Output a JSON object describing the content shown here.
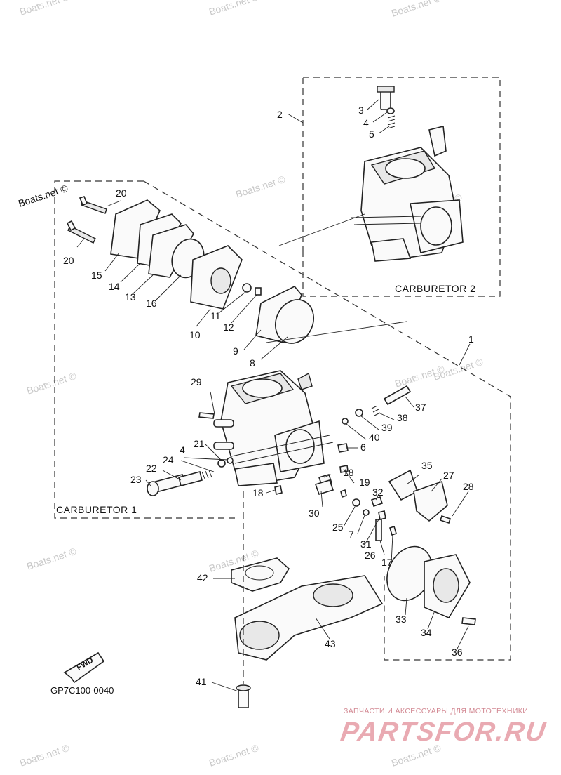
{
  "watermark_text": "Boats.net ©",
  "group_labels": {
    "carburetor_1": "CARBURETOR 1",
    "carburetor_2": "CARBURETOR 2"
  },
  "part_code": "GP7C100-0040",
  "fwd_label": "FWD",
  "callouts": {
    "c1": "1",
    "c2": "2",
    "c3": "3",
    "c4a": "4",
    "c4b": "4",
    "c5": "5",
    "c6": "6",
    "c7": "7",
    "c8": "8",
    "c9": "9",
    "c10": "10",
    "c11": "11",
    "c12": "12",
    "c13": "13",
    "c14": "14",
    "c15": "15",
    "c16": "16",
    "c17": "17",
    "c18a": "18",
    "c18b": "18",
    "c19": "19",
    "c20a": "20",
    "c20b": "20",
    "c21": "21",
    "c22": "22",
    "c23": "23",
    "c24": "24",
    "c25": "25",
    "c26": "26",
    "c27": "27",
    "c28": "28",
    "c29": "29",
    "c30": "30",
    "c31": "31",
    "c32": "32",
    "c33": "33",
    "c34": "34",
    "c35": "35",
    "c36": "36",
    "c37": "37",
    "c38": "38",
    "c39": "39",
    "c40": "40",
    "c41": "41",
    "c42": "42",
    "c43": "43"
  },
  "brand": {
    "subtitle": "ЗАПЧАСТИ И АКСЕССУАРЫ ДЛЯ МОТОТЕХНИКИ",
    "name": "PARTSFOR.RU",
    "color": "#e9aab2"
  },
  "colors": {
    "line": "#222222",
    "watermark": "#c9c9c9"
  }
}
